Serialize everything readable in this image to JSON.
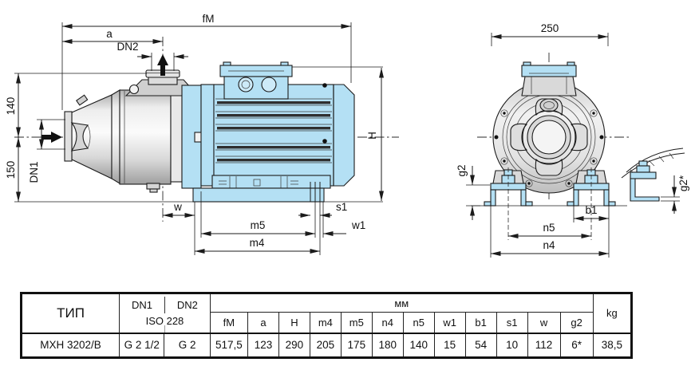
{
  "colors": {
    "motor_blue": "#b4e0f4",
    "slot_dark": "#2f2f2f",
    "line": "#1b1b1b",
    "background": "#ffffff"
  },
  "side_view": {
    "fM": "fM",
    "a": "a",
    "dn2": "DN2",
    "h140": "140",
    "h150": "150",
    "dn1": "DN1",
    "H": "H",
    "w": "w",
    "s1": "s1",
    "m5": "m5",
    "w1": "w1",
    "m4": "m4"
  },
  "front_view": {
    "width250": "250",
    "g2": "g2",
    "b1": "b1",
    "n5": "n5",
    "n4": "n4",
    "g2_star": "g2*"
  },
  "table": {
    "header": {
      "type": "ТИП",
      "dn1": "DN1",
      "dn2": "DN2",
      "iso": "ISO 228",
      "mm": "мм",
      "kg": "kg",
      "dims": [
        "fM",
        "a",
        "H",
        "m4",
        "m5",
        "n4",
        "n5",
        "w1",
        "b1",
        "s1",
        "w",
        "g2"
      ]
    },
    "row": {
      "type": "MXH 3202/B",
      "dn1": "G 2 1/2",
      "dn2": "G 2",
      "values": [
        "517,5",
        "123",
        "290",
        "205",
        "175",
        "180",
        "140",
        "15",
        "54",
        "10",
        "112",
        "6*"
      ],
      "kg": "38,5"
    }
  }
}
